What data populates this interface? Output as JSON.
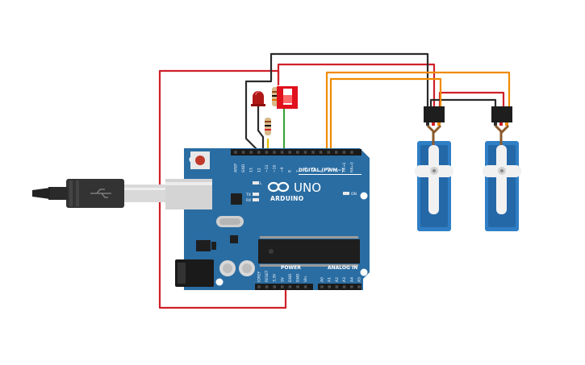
{
  "board": {
    "logo_text": "ARDUINO",
    "model": "UNO",
    "digital_header": "DIGITAL (PWM~)",
    "power_header": "POWER",
    "analog_header": "ANALOG IN",
    "on_label": "ON",
    "tx_label": "TX",
    "rx_label": "RX",
    "l_label": "L",
    "digital_pins": [
      "AREF",
      "GND",
      "13",
      "12",
      "~11",
      "~10",
      "~9",
      "8",
      "7",
      "~6",
      "~5",
      "4",
      "~3",
      "2",
      "TX→1",
      "RX←0"
    ],
    "power_pins": [
      "IOREF",
      "RESET",
      "3.3V",
      "5V",
      "GND",
      "GND",
      "Vin"
    ],
    "analog_pins": [
      "A0",
      "A1",
      "A2",
      "A3",
      "A4",
      "A5"
    ]
  },
  "components": {
    "led": "red LED",
    "switch": "red slide switch",
    "servos": [
      "servo 1",
      "servo 2"
    ]
  },
  "colors": {
    "board": "#2a6da3",
    "board_dark": "#1f5786",
    "wire_red": "#d0202a",
    "wire_black": "#2b2b2b",
    "wire_orange": "#f08a00",
    "wire_green": "#3ca33c",
    "wire_yellow": "#e0c000",
    "servo_blue": "#2f7fc6",
    "switch_red": "#e0101c"
  }
}
